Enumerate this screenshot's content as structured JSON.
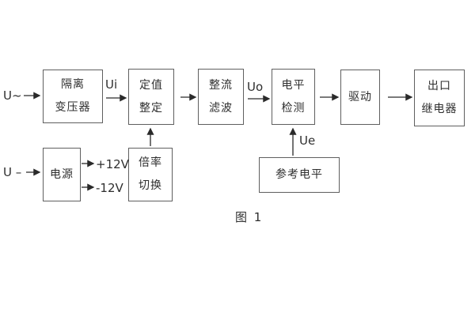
{
  "figure": {
    "caption": "图 1"
  },
  "boxes": {
    "isolation_transformer": {
      "lines": [
        "隔离",
        "变压器"
      ]
    },
    "setpoint": {
      "lines": [
        "定值",
        "整定"
      ]
    },
    "rectifier_filter": {
      "lines": [
        "整流",
        "滤波"
      ]
    },
    "level_detect": {
      "lines": [
        "电平",
        "检测"
      ]
    },
    "driver": {
      "label": "驱动"
    },
    "output_relay": {
      "lines": [
        "出口",
        "继电器"
      ]
    },
    "power_supply": {
      "label": "电源"
    },
    "ratio_switch": {
      "lines": [
        "倍率",
        "切换"
      ]
    },
    "reference_level": {
      "label": "参考电平"
    }
  },
  "signals": {
    "input_ac": "U~",
    "input_dc": "U –",
    "ui": "Ui",
    "uo": "Uo",
    "ue": "Ue",
    "plus_12v": "+12V",
    "minus_12v": "-12V"
  },
  "colors": {
    "line": "#5f5f5f",
    "arrow": "#2a2a2a",
    "text": "#2e2e2e",
    "background": "#ffffff"
  }
}
